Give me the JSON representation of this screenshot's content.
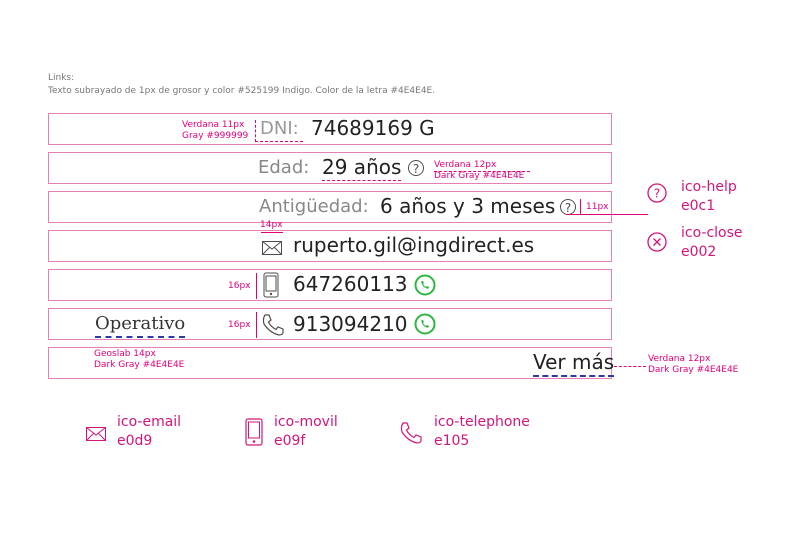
{
  "header": {
    "title": "Links:",
    "description": "Texto subrayado de 1px de grosor y color #525199 Indigo. Color de la letra #4E4E4E."
  },
  "rows": {
    "dni": {
      "label": "DNI:",
      "value": "74689169 G",
      "annotation_font": "Verdana 11px",
      "annotation_color": "Gray #999999"
    },
    "edad": {
      "label": "Edad:",
      "value": "29 años",
      "annotation_font": "Verdana 12px",
      "annotation_color": "Dark Gray #4E4E4E"
    },
    "antiguedad": {
      "label": "Antigüedad:",
      "value": "6 años y 3 meses",
      "size_note": "11px"
    },
    "email": {
      "value": "ruperto.gil@ingdirect.es",
      "size_note": "14px"
    },
    "movil": {
      "value": "647260113",
      "size_note": "16px"
    },
    "telefono": {
      "status": "Operativo",
      "value": "913094210",
      "size_note": "16px",
      "status_font": "Geoslab 14px",
      "status_color": "Dark Gray #4E4E4E"
    },
    "ver_mas": {
      "label": "Ver más",
      "annotation_font": "Verdana 12px",
      "annotation_color": "Dark Gray #4E4E4E"
    }
  },
  "icons": {
    "help": {
      "name": "ico-help",
      "code": "e0c1"
    },
    "close": {
      "name": "ico-close",
      "code": "e002"
    },
    "email": {
      "name": "ico-email",
      "code": "e0d9"
    },
    "movil": {
      "name": "ico-movil",
      "code": "e09f"
    },
    "telephone": {
      "name": "ico-telephone",
      "code": "e105"
    }
  },
  "colors": {
    "annotation": "#e0007a",
    "text": "#4E4E4E",
    "link_underline": "#525199",
    "whatsapp": "#2db742"
  }
}
